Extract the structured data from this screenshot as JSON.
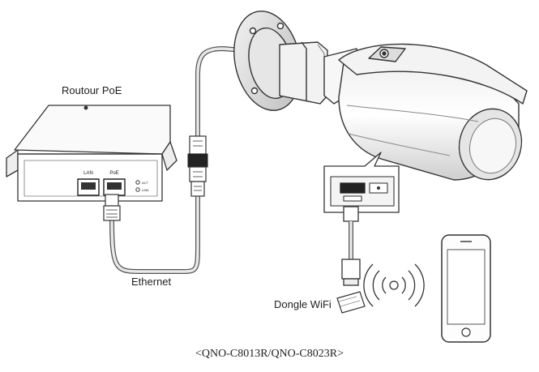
{
  "labels": {
    "router": "Routour PoE",
    "ethernet": "Ethernet",
    "dongle": "Dongle WiFi",
    "caption": "<QNO-C8013R/QNO-C8023R>",
    "port_lan": "LAN",
    "port_poe": "PoE",
    "led_1": "ACT",
    "led_2": "LINK"
  },
  "colors": {
    "line": "#3a3a3a",
    "cable": "#bdbdbd",
    "fill_light": "#f2f2f2",
    "fill_dark": "#2a2a2a"
  }
}
